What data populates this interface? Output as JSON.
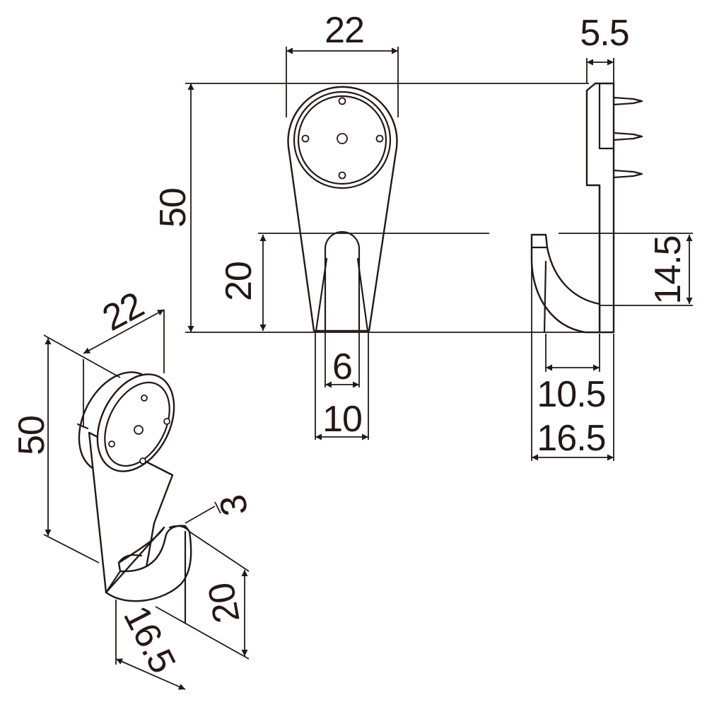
{
  "front_view": {
    "width_label": "22",
    "height_label": "50",
    "hook_height_label": "20",
    "hook_inner_width_label": "6",
    "hook_outer_width_label": "10"
  },
  "side_view": {
    "plate_thickness_label": "5.5",
    "hook_rise_label": "14.5",
    "hook_inner_depth_label": "10.5",
    "hook_total_depth_label": "16.5"
  },
  "iso_view": {
    "width_label": "22",
    "height_label": "50",
    "tip_label": "3",
    "hook_height_label": "20",
    "depth_label": "16.5"
  }
}
